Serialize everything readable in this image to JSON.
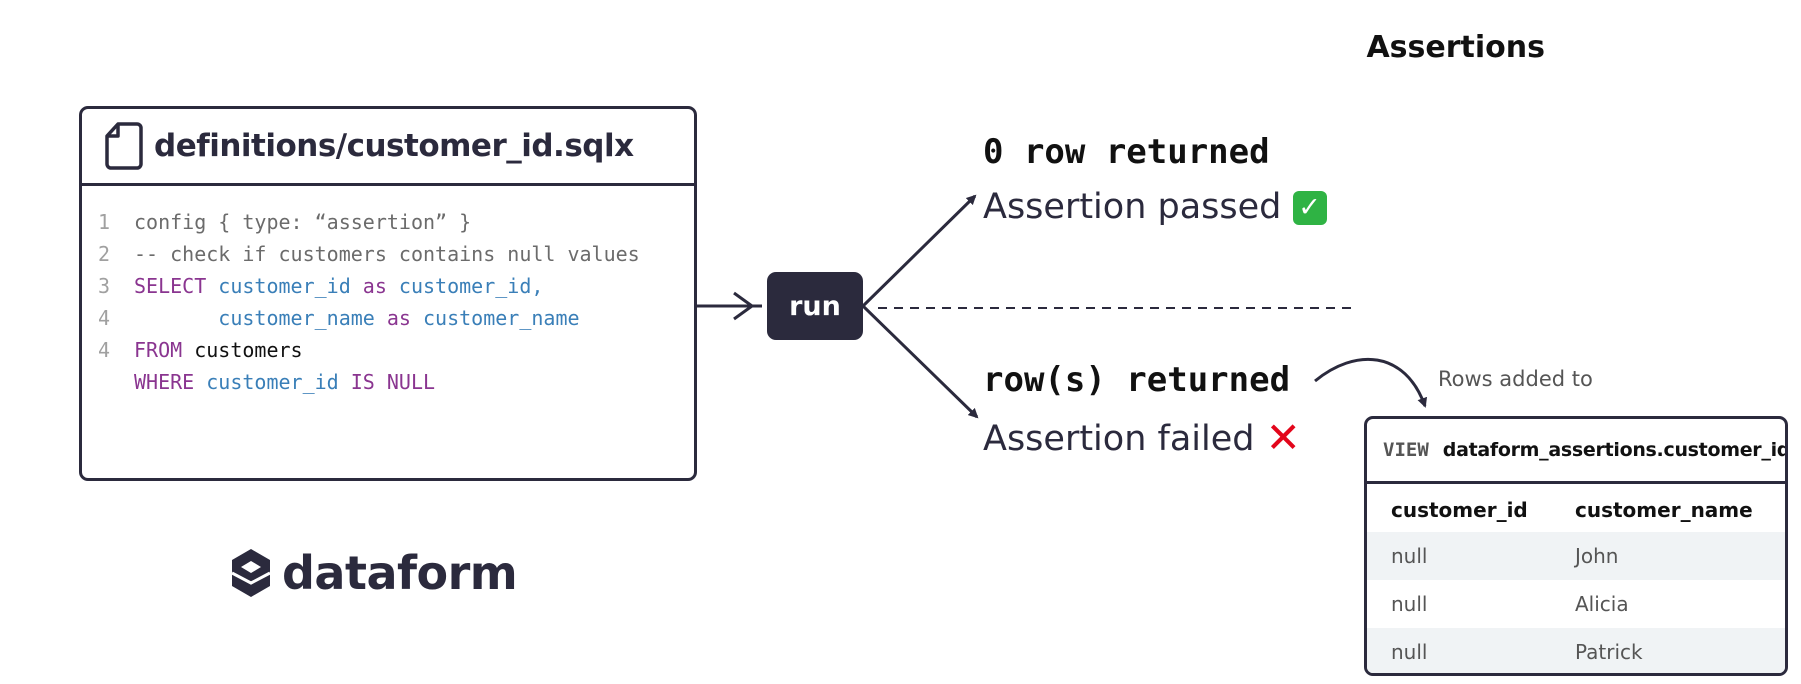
{
  "title": "Assertions",
  "editor": {
    "filename": "definitions/customer_id.sqlx",
    "lines": [
      {
        "num": "1",
        "parts": [
          {
            "t": "config { type: “assertion” }",
            "c": "gray"
          }
        ]
      },
      {
        "num": "2",
        "parts": [
          {
            "t": "-- check if customers contains null values",
            "c": "gray"
          }
        ]
      },
      {
        "num": "3",
        "parts": [
          {
            "t": "SELECT ",
            "c": "kw"
          },
          {
            "t": "customer_id",
            "c": "id"
          },
          {
            "t": " as ",
            "c": "kw"
          },
          {
            "t": "customer_id,",
            "c": "id"
          }
        ]
      },
      {
        "num": "4",
        "parts": [
          {
            "t": "       ",
            "c": "plain"
          },
          {
            "t": "customer_name",
            "c": "id"
          },
          {
            "t": " as ",
            "c": "kw"
          },
          {
            "t": "customer_name",
            "c": "id"
          }
        ]
      },
      {
        "num": "4",
        "parts": [
          {
            "t": "FROM ",
            "c": "kw"
          },
          {
            "t": "customers",
            "c": "plain"
          }
        ]
      },
      {
        "num": "",
        "parts": [
          {
            "t": "WHERE ",
            "c": "kw"
          },
          {
            "t": "customer_id",
            "c": "id"
          },
          {
            "t": " IS NULL",
            "c": "kw"
          }
        ]
      }
    ]
  },
  "run_label": "run",
  "pass": {
    "returned": "0 row returned",
    "label": "Assertion passed"
  },
  "fail": {
    "returned": "row(s) returned",
    "label": "Assertion failed"
  },
  "rows_added_label": "Rows added to",
  "table": {
    "tag": "VIEW",
    "name": "dataform_assertions.customer_id",
    "columns": [
      "customer_id",
      "customer_name"
    ],
    "rows": [
      [
        "null",
        "John"
      ],
      [
        "null",
        "Alicia"
      ],
      [
        "null",
        "Patrick"
      ]
    ]
  },
  "logo_text": "dataform",
  "colors": {
    "dark": "#2b2a3d",
    "keyword": "#8a3590",
    "identifier": "#3a7fb8",
    "check": "#2fb344",
    "cross": "#e3061b"
  }
}
